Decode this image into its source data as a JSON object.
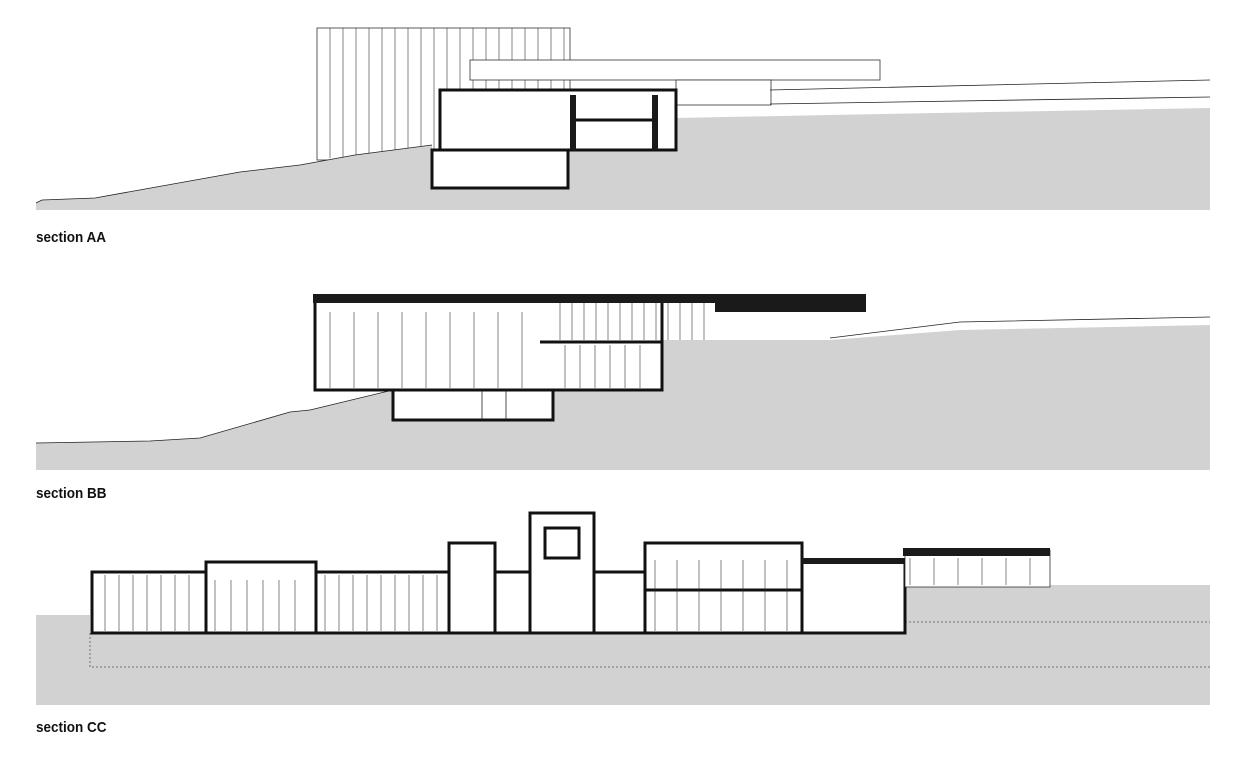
{
  "sections": [
    {
      "label": "section AA"
    },
    {
      "label": "section BB"
    },
    {
      "label": "section CC"
    }
  ],
  "colors": {
    "ground": "#d2d2d2",
    "line": "#111111"
  }
}
